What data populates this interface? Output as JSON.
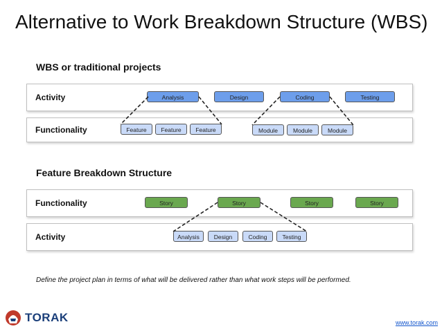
{
  "title": "Alternative to Work Breakdown Structure (WBS)",
  "wbs": {
    "heading": "WBS or traditional projects",
    "activity_label": "Activity",
    "functionality_label": "Functionality",
    "activities": [
      "Analysis",
      "Design",
      "Coding",
      "Testing"
    ],
    "features": [
      "Feature",
      "Feature",
      "Feature"
    ],
    "modules": [
      "Module",
      "Module",
      "Module"
    ]
  },
  "fbs": {
    "heading": "Feature Breakdown Structure",
    "functionality_label": "Functionality",
    "activity_label": "Activity",
    "stories": [
      "Story",
      "Story",
      "Story",
      "Story"
    ],
    "activities": [
      "Analysis",
      "Design",
      "Coding",
      "Testing"
    ]
  },
  "note": "Define the project plan in terms of what will be delivered rather than what work steps will be performed.",
  "logo": {
    "text": "TORAK",
    "icon": "helmet-icon"
  },
  "website": "www.torak.com",
  "colors": {
    "activity_box": "#6d9eeb",
    "sub_box": "#c9daf8",
    "story_box": "#6aa84f"
  }
}
